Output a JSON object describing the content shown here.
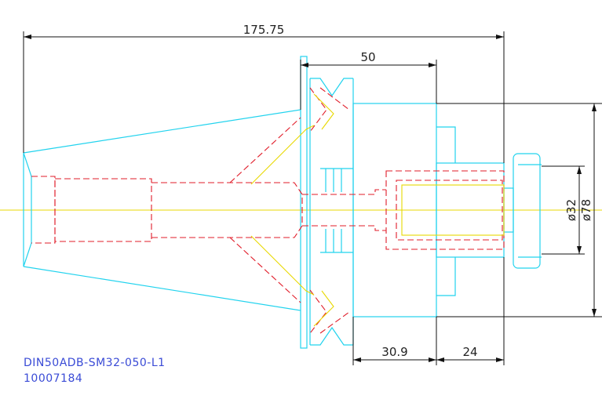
{
  "dimensions": {
    "overall_length": "175.75",
    "flange_length": "50",
    "body_length": "30.9",
    "collet_length": "24",
    "bore_diameter": "ø32",
    "outer_diameter": "ø78"
  },
  "title_block": {
    "part_name": "DIN50ADB-SM32-050-L1",
    "part_number": "10007184"
  },
  "colors": {
    "outline": "#22d3ee",
    "hidden": "#e11d2a",
    "centerline": "#e8d800",
    "dimension": "#111111",
    "title": "#3a4bd6"
  }
}
